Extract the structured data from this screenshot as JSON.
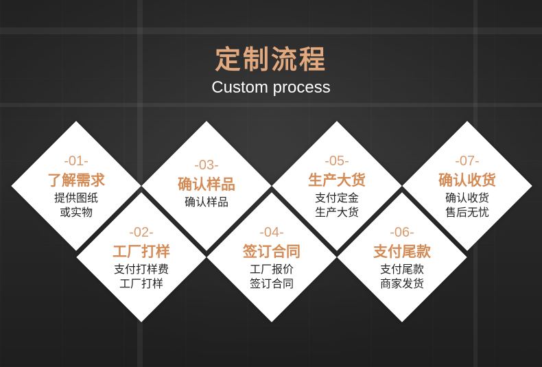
{
  "header": {
    "title": "定制流程",
    "subtitle": "Custom process"
  },
  "steps": [
    {
      "num": "-01-",
      "title": "了解需求",
      "lines": [
        "提供图纸",
        "或实物"
      ]
    },
    {
      "num": "-02-",
      "title": "工厂打样",
      "lines": [
        "支付打样费",
        "工厂打样"
      ]
    },
    {
      "num": "-03-",
      "title": "确认样品",
      "lines": [
        "确认样品",
        ""
      ]
    },
    {
      "num": "-04-",
      "title": "签订合同",
      "lines": [
        "工厂报价",
        "签订合同"
      ]
    },
    {
      "num": "-05-",
      "title": "生产大货",
      "lines": [
        "支付定金",
        "生产大货"
      ]
    },
    {
      "num": "-06-",
      "title": "支付尾款",
      "lines": [
        "支付尾款",
        "商家发货"
      ]
    },
    {
      "num": "-07-",
      "title": "确认收货",
      "lines": [
        "确认收货",
        "售后无忧"
      ]
    }
  ],
  "colors": {
    "accent": "#d48a55",
    "title": "#e2a87e",
    "card": "#ffffff"
  }
}
